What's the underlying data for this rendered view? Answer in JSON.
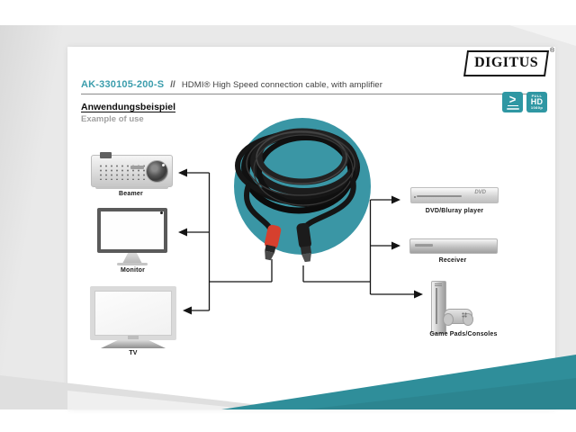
{
  "colors": {
    "accent_teal": "#3A96A5",
    "wedge_teal": "#2F8E9A",
    "badge_teal": "#2F97A3",
    "product_code_teal": "#3B9DAC",
    "connector_red": "#D6402E"
  },
  "brand": {
    "logo_text": "DIGITUS",
    "registered": "®"
  },
  "header": {
    "product_code": "AK-330105-200-S",
    "separator": "//",
    "title": "HDMI® High Speed connection cable, with amplifier"
  },
  "badges": {
    "plug_play": {
      "glyph": ">"
    },
    "full_hd": {
      "line1": "FULL",
      "line2": "HD",
      "line3": "1080p"
    }
  },
  "section": {
    "heading": "Anwendungsbeispiel",
    "subheading": "Example of use"
  },
  "diagram": {
    "left_devices": [
      {
        "label": "Beamer"
      },
      {
        "label": "Monitor"
      },
      {
        "label": "TV"
      }
    ],
    "right_devices": [
      {
        "label": "DVD/Bluray player"
      },
      {
        "label": "Receiver"
      },
      {
        "label": "Game Pads/Consoles"
      }
    ],
    "dvd_logo": "DVD"
  }
}
